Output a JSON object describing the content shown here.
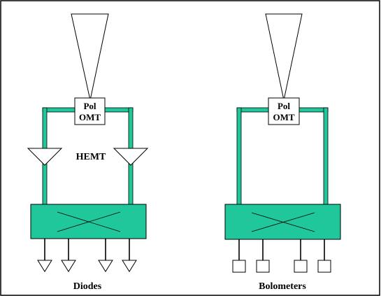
{
  "left": {
    "omt_line1": "Pol",
    "omt_line2": "OMT",
    "amp_label": "HEMT",
    "bottom_label": "Diodes"
  },
  "right": {
    "omt_line1": "Pol",
    "omt_line2": "OMT",
    "bottom_label": "Bolometers"
  },
  "colors": {
    "waveguide": "#1fc79a",
    "hybrid": "#1fc79a",
    "outline": "#000000",
    "background": "#ffffff"
  }
}
